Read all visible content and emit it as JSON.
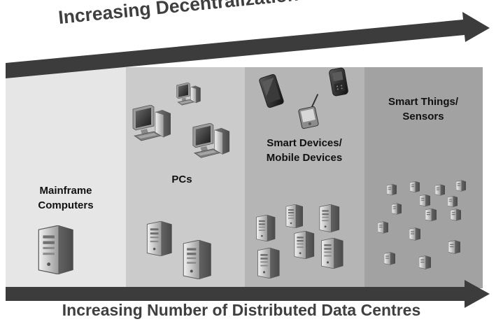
{
  "top_arrow": {
    "label": "Increasing Decentralization and Mobility"
  },
  "bottom_arrow": {
    "label": "Increasing Number of Distributed Data Centres"
  },
  "stages": [
    {
      "id": "mainframe",
      "label_lines": [
        "Mainframe",
        "Computers"
      ],
      "shade": "#e6e6e6"
    },
    {
      "id": "pcs",
      "label_lines": [
        "PCs"
      ],
      "shade": "#cbcbcb"
    },
    {
      "id": "smart-devices",
      "label_lines": [
        "Smart Devices/",
        "Mobile Devices"
      ],
      "shade": "#b5b5b5"
    },
    {
      "id": "smart-things",
      "label_lines": [
        "Smart Things/",
        "Sensors"
      ],
      "shade": "#a2a2a2"
    }
  ],
  "colors": {
    "arrow": "#3c3c3c",
    "title_text": "#3f3f3f",
    "label_text": "#111111"
  },
  "icons": {
    "mainframe": "server-tower-icon",
    "pc": "desktop-computer-icon",
    "smartphone": "smartphone-icon",
    "pda": "pda-stylus-icon",
    "server": "server-icon",
    "sensor": "sensor-box-icon"
  }
}
